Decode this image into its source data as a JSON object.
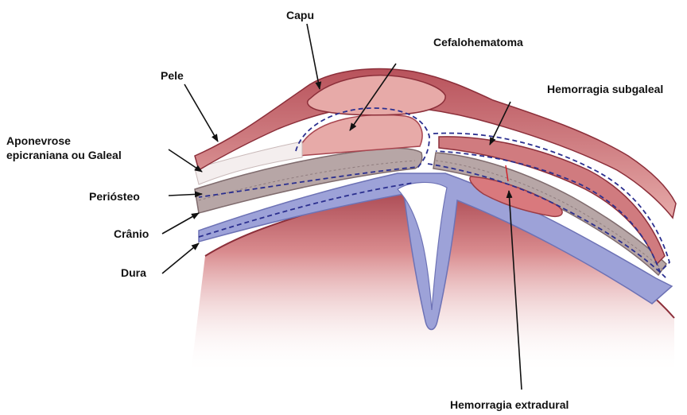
{
  "labels": {
    "capu": "Capu",
    "cefalohematoma": "Cefalohematoma",
    "pele": "Pele",
    "hemorragia_subgaleal": "Hemorragia subgaleal",
    "aponevrose_line1": "Aponevrose",
    "aponevrose_line2": "epicraniana ou Galeal",
    "periosteo": "Periósteo",
    "cranio": "Crânio",
    "dura": "Dura",
    "hemorragia_extradural": "Hemorragia extradural"
  },
  "colors": {
    "skin": "#d98b8e",
    "skin_dark": "#a8454f",
    "hematoma": "#e7aaa8",
    "bone": "#b7a6a6",
    "dura": "#9da2d8",
    "brain": "#c56a74",
    "dashed_line": "#2b2f8f",
    "arrow": "#111111"
  }
}
